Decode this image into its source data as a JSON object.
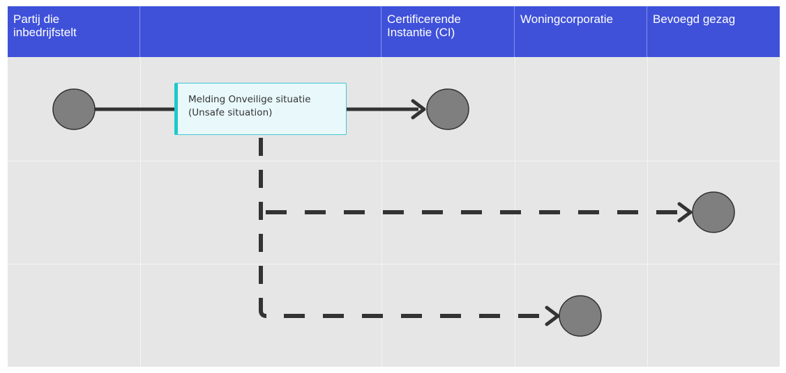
{
  "lanes": [
    {
      "id": "party",
      "line1": "Partij die",
      "line2": "inbedrijfstelt"
    },
    {
      "id": "empty",
      "line1": "",
      "line2": ""
    },
    {
      "id": "ci",
      "line1": "Certificerende",
      "line2": "Instantie (CI)"
    },
    {
      "id": "housing",
      "line1": "Woningcorporatie",
      "line2": ""
    },
    {
      "id": "authority",
      "line1": "Bevoegd gezag",
      "line2": ""
    }
  ],
  "activity": {
    "line1": "Melding Onveilige situatie",
    "line2": "(Unsafe situation)"
  },
  "colors": {
    "header": "#3f51d9",
    "lane_body": "#e6e6e6",
    "node": "#7f7f7f",
    "connector": "#333333",
    "activity_fill": "#e9f8fb",
    "activity_accent": "#1ec8cc"
  }
}
